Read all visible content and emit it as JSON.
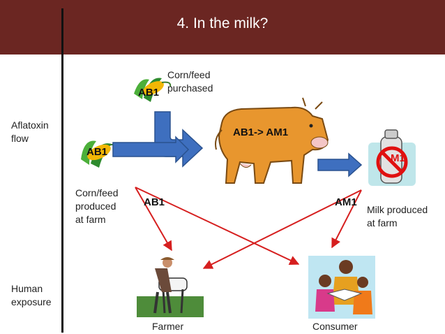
{
  "title": "4. In the milk?",
  "row_labels": {
    "aflatoxin_flow": [
      "Aflatoxin",
      "flow"
    ],
    "human_exposure": [
      "Human",
      "exposure"
    ]
  },
  "nodes": {
    "corn_purchased": {
      "tag": "AB1",
      "caption": [
        "Corn/feed",
        "purchased"
      ]
    },
    "corn_farm": {
      "tag": "AB1",
      "caption": [
        "Corn/feed",
        "produced",
        "at farm"
      ]
    },
    "cow": {
      "tag": "AB1-> AM1"
    },
    "milk": {
      "tag": "M1",
      "caption": [
        "Milk produced",
        "at farm"
      ]
    },
    "farmer": {
      "caption": "Farmer"
    },
    "consumer": {
      "caption": "Consumer"
    }
  },
  "edge_labels": {
    "from_corn": "AB1",
    "from_milk": "AM1"
  },
  "colors": {
    "header": "#6b2622",
    "arrow_blue": "#3e6fbf",
    "arrow_red": "#d61f1f",
    "prohibit_red": "#e01010"
  }
}
